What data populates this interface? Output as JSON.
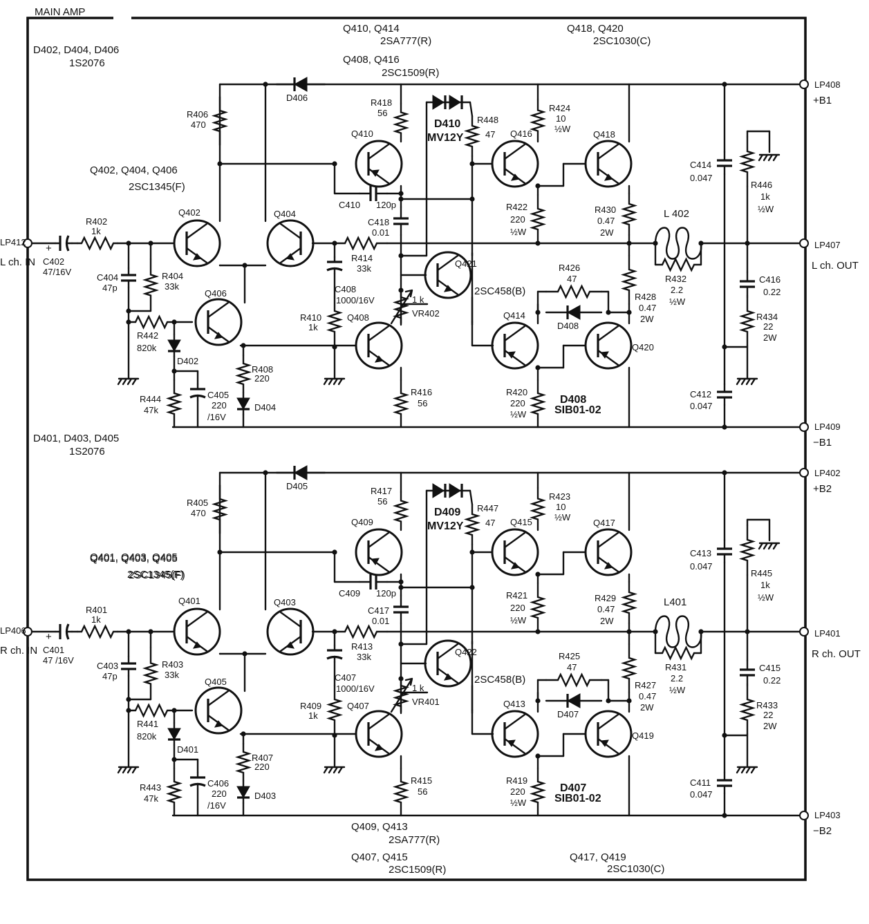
{
  "title": "MAIN AMP",
  "channels": [
    {
      "in": {
        "lp": "LP412",
        "label": "L ch. IN"
      },
      "out": {
        "lp": "LP407",
        "label": "L ch. OUT"
      },
      "rail_pos": {
        "lp": "LP408",
        "label": "+B1"
      },
      "rail_neg": {
        "lp": "LP409",
        "label": "−B1"
      },
      "notes": {
        "diodes_hdr": "D402, D404, D406",
        "diodes_part": "1S2076",
        "q_in_hdr": "Q402, Q404, Q406",
        "q_in_part": "2SC1345(F)",
        "q_pred_hdr": "Q410, Q414",
        "q_pred_part": "2SA777(R)",
        "q_drv_hdr": "Q408, Q416",
        "q_drv_part": "2SC1509(R)",
        "q_out_hdr": "Q418, Q420",
        "q_out_part": "2SC1030(C)"
      },
      "parts": {
        "c_in": "C402",
        "c_in_v": "47/16V",
        "r_in": "R402",
        "r_in_v": "1k",
        "c_47": "C404",
        "c_47_v": "47p",
        "r_33k": "R404",
        "r_33k_v": "33k",
        "r_820": "R442",
        "r_820_v": "820k",
        "d_bias": "D402",
        "r_47k": "R444",
        "r_47k_v": "47k",
        "c_220": "C405",
        "c_220_v1": "220",
        "c_220_v2": "/16V",
        "r_220": "R408",
        "r_220_v": "220",
        "d_low": "D404",
        "r_470": "R406",
        "r_470_v": "470",
        "d_top": "D406",
        "q_a": "Q402",
        "q_b": "Q404",
        "q_c": "Q406",
        "r_fb": "R414",
        "r_fb_v": "33k",
        "c_fb": "C408",
        "c_fb_v": "1000/16V",
        "r_1k": "R410",
        "r_1k_v": "1k",
        "q_vas": "Q408",
        "r_56b": "R416",
        "r_56b_v": "56",
        "r_56t": "R418",
        "r_56t_v": "56",
        "q_pre": "Q410",
        "c_120": "C410",
        "c_120_v": "120p",
        "c_001": "C418",
        "c_001_v": "0.01",
        "d_mv": "D410",
        "d_mv_v": "MV12Y",
        "r_47": "R448",
        "r_47_v": "47",
        "q_bias": "Q421",
        "q_bias_v": "2SC458(B)",
        "vr_v": "1 k",
        "vr": "VR402",
        "q_drv": "Q416",
        "q_drvn": "Q414",
        "r_10": "R424",
        "r_10_v1": "10",
        "r_10_v2": "½W",
        "r_220d": "R422",
        "r_220d_v1": "220",
        "r_220d_v2": "½W",
        "r_220e": "R420",
        "r_220e_v1": "220",
        "r_220e_v2": "½W",
        "r_426": "R426",
        "r_426_v": "47",
        "d_sib": "D408",
        "d_sib_v": "SIB01-02",
        "q_op": "Q418",
        "q_on": "Q420",
        "r_e1": "R430",
        "r_e1_v1": "0.47",
        "r_e1_v2": "2W",
        "r_e2": "R428",
        "r_e2_v1": "0.47",
        "r_e2_v2": "2W",
        "l": "L 402",
        "r_l": "R432",
        "r_l_v1": "2.2",
        "r_l_v2": "½W",
        "c_p": "C414",
        "c_p_v": "0.047",
        "c_n": "C412",
        "c_n_v": "0.047",
        "r_1kb": "R446",
        "r_1kb_v1": "1k",
        "r_1kb_v2": "½W",
        "c_zb": "C416",
        "c_zb_v": "0.22",
        "r_zb": "R434",
        "r_zb_v1": "22",
        "r_zb_v2": "2W"
      }
    },
    {
      "in": {
        "lp": "LP406",
        "label": "R ch. IN"
      },
      "out": {
        "lp": "LP401",
        "label": "R ch. OUT"
      },
      "rail_pos": {
        "lp": "LP402",
        "label": "+B2"
      },
      "rail_neg": {
        "lp": "LP403",
        "label": "−B2"
      },
      "notes": {
        "diodes_hdr": "D401, D403, D405",
        "diodes_part": "1S2076",
        "q_in_hdr": "Q401, Q403, Q405",
        "q_in_part": "2SC1345(F)",
        "q_pred_hdr": "Q409, Q413",
        "q_pred_part": "2SA777(R)",
        "q_drv_hdr": "Q407, Q415",
        "q_drv_part": "2SC1509(R)",
        "q_out_hdr": "Q417, Q419",
        "q_out_part": "2SC1030(C)"
      },
      "parts": {
        "c_in": "C401",
        "c_in_v": "47 /16V",
        "r_in": "R401",
        "r_in_v": "1k",
        "c_47": "C403",
        "c_47_v": "47p",
        "r_33k": "R403",
        "r_33k_v": "33k",
        "r_820": "R441",
        "r_820_v": "820k",
        "d_bias": "D401",
        "r_47k": "R443",
        "r_47k_v": "47k",
        "c_220": "C406",
        "c_220_v1": "220",
        "c_220_v2": "/16V",
        "r_220": "R407",
        "r_220_v": "220",
        "d_low": "D403",
        "r_470": "R405",
        "r_470_v": "470",
        "d_top": "D405",
        "q_a": "Q401",
        "q_b": "Q403",
        "q_c": "Q405",
        "r_fb": "R413",
        "r_fb_v": "33k",
        "c_fb": "C407",
        "c_fb_v": "1000/16V",
        "r_1k": "R409",
        "r_1k_v": "1k",
        "q_vas": "Q407",
        "r_56b": "R415",
        "r_56b_v": "56",
        "r_56t": "R417",
        "r_56t_v": "56",
        "q_pre": "Q409",
        "c_120": "C409",
        "c_120_v": "120p",
        "c_001": "C417",
        "c_001_v": "0.01",
        "d_mv": "D409",
        "d_mv_v": "MV12Y",
        "r_47": "R447",
        "r_47_v": "47",
        "q_bias": "Q422",
        "q_bias_v": "2SC458(B)",
        "vr_v": "1 k",
        "vr": "VR401",
        "q_drv": "Q415",
        "q_drvn": "Q413",
        "r_10": "R423",
        "r_10_v1": "10",
        "r_10_v2": "½W",
        "r_220d": "R421",
        "r_220d_v1": "220",
        "r_220d_v2": "½W",
        "r_220e": "R419",
        "r_220e_v1": "220",
        "r_220e_v2": "½W",
        "r_426": "R425",
        "r_426_v": "47",
        "d_sib": "D407",
        "d_sib_v": "SIB01-02",
        "q_op": "Q417",
        "q_on": "Q419",
        "r_e1": "R429",
        "r_e1_v1": "0.47",
        "r_e1_v2": "2W",
        "r_e2": "R427",
        "r_e2_v1": "0.47",
        "r_e2_v2": "2W",
        "l": "L401",
        "r_l": "R431",
        "r_l_v1": "2.2",
        "r_l_v2": "½W",
        "c_p": "C413",
        "c_p_v": "0.047",
        "c_n": "C411",
        "c_n_v": "0.047",
        "r_1kb": "R445",
        "r_1kb_v1": "1k",
        "r_1kb_v2": "½W",
        "c_zb": "C415",
        "c_zb_v": "0.22",
        "r_zb": "R433",
        "r_zb_v1": "22",
        "r_zb_v2": "2W"
      }
    }
  ]
}
